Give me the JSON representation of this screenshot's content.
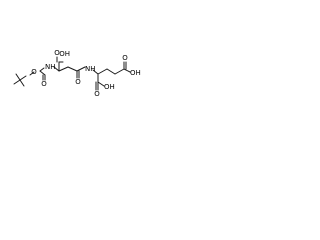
{
  "structure": {
    "labels": {
      "left_acid_oh": "OH",
      "left_acid_o": "O",
      "carbamate_nh": "NH",
      "carbamate_carbonyl_o": "O",
      "carbamate_ether_o": "O",
      "amide_nh": "NH",
      "amide_o": "O",
      "right_top_o": "O",
      "right_top_oh": "OH",
      "right_bottom_oh": "OH",
      "right_bottom_o": "O"
    },
    "colors": {
      "bond": "#1a1a1a",
      "text": "#000000",
      "background": "#ffffff"
    }
  }
}
